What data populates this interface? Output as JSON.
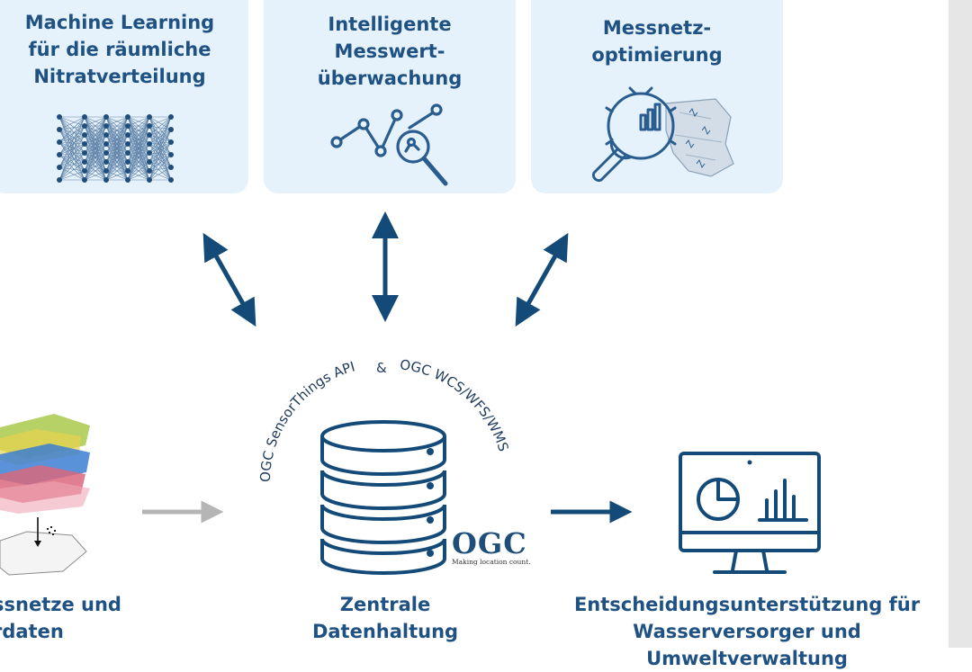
{
  "cards": [
    {
      "title": "Machine Learning\nfür die räumliche\nNitratverteilung"
    },
    {
      "title": "Intelligente\nMesswert-\nüberwachung"
    },
    {
      "title": "Messnetz-\noptimierung"
    }
  ],
  "api_text": {
    "left": "OGC SensorThings API",
    "amp": "&",
    "right": "OGC WCS/WFS/WMS"
  },
  "ogc_logo": {
    "name": "OGC",
    "tagline": "Making location count."
  },
  "bottom_labels": {
    "left": "ssnetze und\nrdaten",
    "center": "Zentrale\nDatenhaltung",
    "right": "Entscheidungsunterstützung für\nWasserversorger und Umweltverwaltung"
  },
  "colors": {
    "accent": "#1f5282",
    "card_bg": "#e6f2fb",
    "gray_arrow": "#b5b5b5"
  }
}
